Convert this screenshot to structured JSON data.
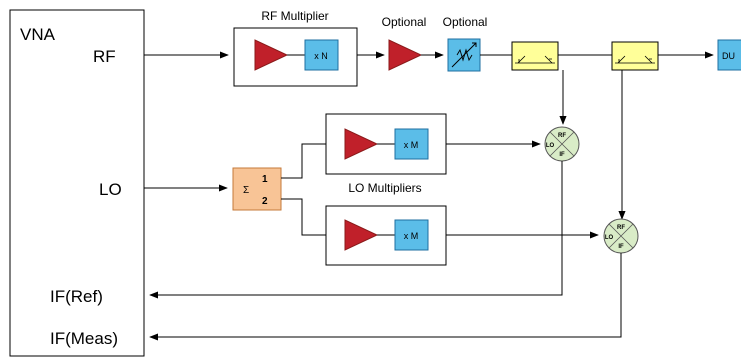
{
  "vna": {
    "title": "VNA",
    "rf": "RF",
    "lo": "LO",
    "if_ref": "IF(Ref)",
    "if_meas": "IF(Meas)"
  },
  "labels": {
    "rf_multiplier": "RF Multiplier",
    "optional_1": "Optional",
    "optional_2": "Optional",
    "lo_multipliers": "LO Multipliers"
  },
  "blocks": {
    "mult_n": "x N",
    "mult_m_top": "x M",
    "mult_m_bottom": "x M",
    "dut": "DU",
    "splitter_sigma": "Σ",
    "splitter_port1": "1",
    "splitter_port2": "2"
  },
  "mixers": [
    {
      "rf": "RF",
      "lo": "LO",
      "if": "IF"
    },
    {
      "rf": "RF",
      "lo": "LO",
      "if": "IF"
    }
  ],
  "colors": {
    "amplifier": "#c0202a",
    "multiplier": "#5bbde8",
    "coupler": "#ffff99",
    "splitter": "#f8c496",
    "mixer": "#d9ecc7"
  },
  "icons": {
    "attenuator": "variable-attenuator-icon",
    "coupler": "directional-coupler-icon"
  }
}
